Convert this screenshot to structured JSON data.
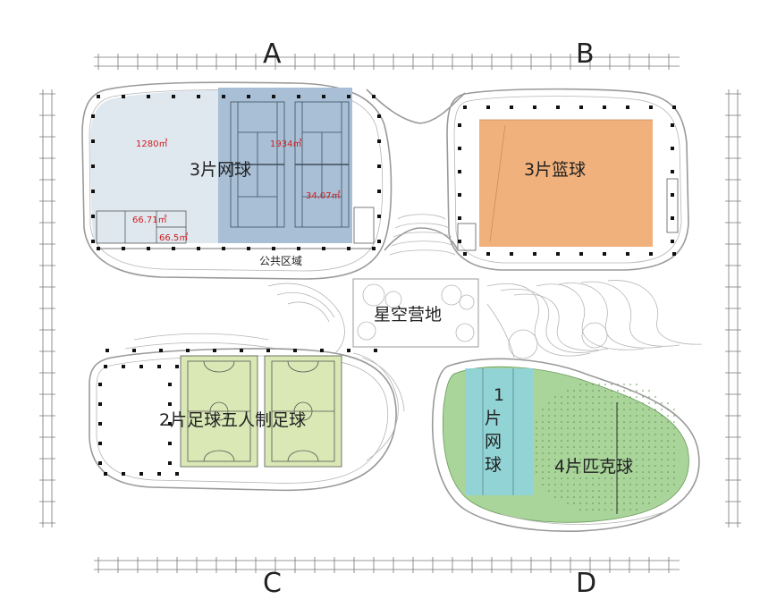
{
  "zones": {
    "A": "A",
    "B": "B",
    "C": "C",
    "D": "D"
  },
  "labels": {
    "tennis_3": "3片网球",
    "basketball_3": "3片篮球",
    "public_area": "公共区域",
    "star_camp": "星空营地",
    "football": "2片足球五人制足球",
    "tennis_1_line1": "1",
    "tennis_1_line2": "片",
    "tennis_1_line3": "网",
    "tennis_1_line4": "球",
    "pickleball_4": "4片匹克球"
  },
  "areas": {
    "a1": "1280㎡",
    "a2": "1934㎡",
    "a3": "34.07㎡",
    "a4": "66.71㎡",
    "a5": "66.5㎡"
  },
  "colors": {
    "tennis_a_light": "#dfe7ef",
    "tennis_a_court": "#a8bfd6",
    "basketball": "#f1b17c",
    "football": "#d9e8b4",
    "pickleball": "#a9d49a",
    "tennis_d": "#8ed3e0",
    "area_text": "#d02020"
  }
}
